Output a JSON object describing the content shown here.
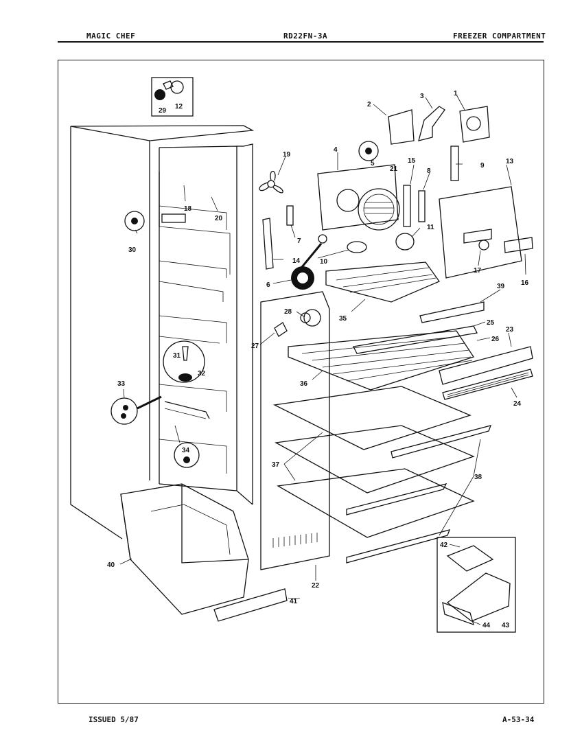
{
  "header": {
    "brand": "MAGIC CHEF",
    "model": "RD22FN-3A",
    "section": "FREEZER COMPARTMENT"
  },
  "footer": {
    "issued": "ISSUED 5/87",
    "page_code": "A-53-34"
  },
  "callouts": [
    {
      "id": "c1",
      "text": "1"
    },
    {
      "id": "c2",
      "text": "2"
    },
    {
      "id": "c3",
      "text": "3"
    },
    {
      "id": "c4",
      "text": "4"
    },
    {
      "id": "c5",
      "text": "5"
    },
    {
      "id": "c6",
      "text": "6"
    },
    {
      "id": "c7",
      "text": "7"
    },
    {
      "id": "c8",
      "text": "8"
    },
    {
      "id": "c9",
      "text": "9"
    },
    {
      "id": "c10",
      "text": "10"
    },
    {
      "id": "c11",
      "text": "11"
    },
    {
      "id": "c12",
      "text": "12"
    },
    {
      "id": "c13",
      "text": "13"
    },
    {
      "id": "c14",
      "text": "14"
    },
    {
      "id": "c15",
      "text": "15"
    },
    {
      "id": "c16",
      "text": "16"
    },
    {
      "id": "c17",
      "text": "17"
    },
    {
      "id": "c18",
      "text": "18"
    },
    {
      "id": "c19",
      "text": "19"
    },
    {
      "id": "c20",
      "text": "20"
    },
    {
      "id": "c21",
      "text": "21"
    },
    {
      "id": "c22",
      "text": "22"
    },
    {
      "id": "c23",
      "text": "23"
    },
    {
      "id": "c24",
      "text": "24"
    },
    {
      "id": "c25",
      "text": "25"
    },
    {
      "id": "c26",
      "text": "26"
    },
    {
      "id": "c27",
      "text": "27"
    },
    {
      "id": "c28",
      "text": "28"
    },
    {
      "id": "c29",
      "text": "29"
    },
    {
      "id": "c30",
      "text": "30"
    },
    {
      "id": "c31",
      "text": "31"
    },
    {
      "id": "c32",
      "text": "32"
    },
    {
      "id": "c33",
      "text": "33"
    },
    {
      "id": "c34",
      "text": "34"
    },
    {
      "id": "c35",
      "text": "35"
    },
    {
      "id": "c36",
      "text": "36"
    },
    {
      "id": "c37",
      "text": "37"
    },
    {
      "id": "c38",
      "text": "38"
    },
    {
      "id": "c39",
      "text": "39"
    },
    {
      "id": "c40",
      "text": "40"
    },
    {
      "id": "c41",
      "text": "41"
    },
    {
      "id": "c42",
      "text": "42"
    },
    {
      "id": "c43",
      "text": "43"
    },
    {
      "id": "c44",
      "text": "44"
    }
  ]
}
